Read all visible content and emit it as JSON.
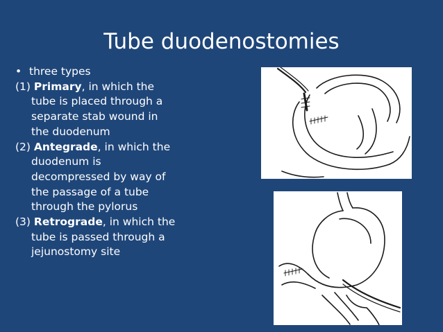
{
  "slide": {
    "title": "Tube duodenostomies",
    "bullet_symbol": "•",
    "bullet_text": "three types",
    "items": [
      {
        "number": "(1)",
        "term": "Primary",
        "first_line_rest": ", in which the",
        "continuation": [
          "tube is placed through a",
          "separate stab wound in",
          "the duodenum"
        ]
      },
      {
        "number": "(2)",
        "term": "Antegrade",
        "first_line_rest": ", in which the",
        "continuation": [
          "duodenum is",
          "decompressed by way of",
          "the passage of a tube",
          "through the pylorus"
        ]
      },
      {
        "number": "(3)",
        "term": "Retrograde",
        "first_line_rest": ", in which the",
        "continuation": [
          "tube is passed through a",
          "jejunostomy site"
        ]
      }
    ]
  },
  "colors": {
    "background": "#1f4679",
    "text": "#ffffff",
    "illustration_line": "#1a1a1a"
  }
}
